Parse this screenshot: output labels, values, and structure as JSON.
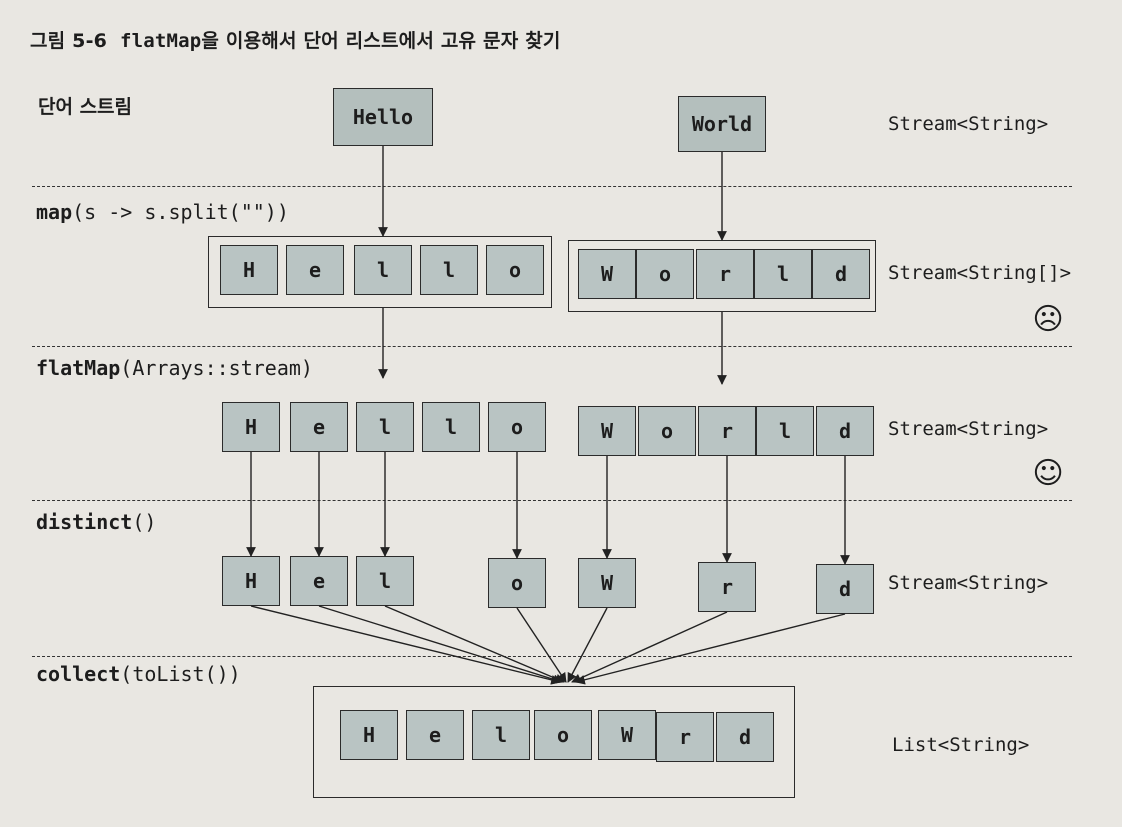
{
  "caption": {
    "number": "그림 5-6",
    "code": "flatMap",
    "text": "을 이용해서 단어 리스트에서 고유 문자 찾기"
  },
  "stages": {
    "words": {
      "label": "단어 스트림",
      "type": "Stream<String>",
      "items": [
        "Hello",
        "World"
      ]
    },
    "map": {
      "label_name": "map",
      "label_arg": "(s -> s.split(\"\"))",
      "type": "Stream<String[]>",
      "group1": [
        "H",
        "e",
        "l",
        "l",
        "o"
      ],
      "group2": [
        "W",
        "o",
        "r",
        "l",
        "d"
      ],
      "face": "☹"
    },
    "flatmap": {
      "label_name": "flatMap",
      "label_arg": "(Arrays::stream)",
      "type": "Stream<String>",
      "items": [
        "H",
        "e",
        "l",
        "l",
        "o",
        "W",
        "o",
        "r",
        "l",
        "d"
      ],
      "face": "☺"
    },
    "distinct": {
      "label_name": "distinct",
      "label_arg": "()",
      "type": "Stream<String>",
      "items": [
        "H",
        "e",
        "l",
        "o",
        "W",
        "r",
        "d"
      ]
    },
    "collect": {
      "label_name": "collect",
      "label_arg": "(toList())",
      "type": "List<String>",
      "items": [
        "H",
        "e",
        "l",
        "o",
        "W",
        "r",
        "d"
      ]
    }
  }
}
